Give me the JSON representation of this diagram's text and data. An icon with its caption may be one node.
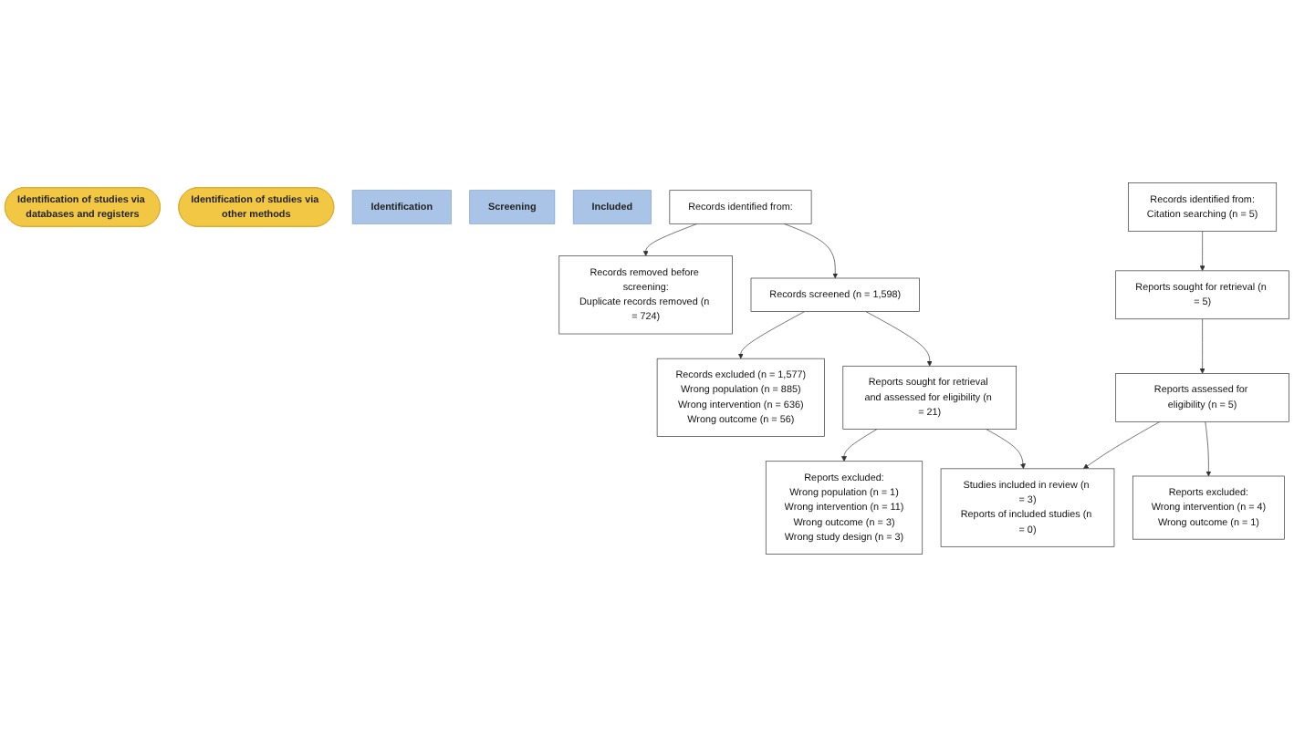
{
  "diagram": {
    "nodes": [
      {
        "text": [
          "Identification of studies via databases and registers"
        ]
      },
      {
        "text": [
          "Identification of studies via other methods"
        ]
      },
      {
        "text": [
          "Identification"
        ]
      },
      {
        "text": [
          "Screening"
        ]
      },
      {
        "text": [
          "Included"
        ]
      },
      {
        "text": [
          "Records identified from:"
        ]
      },
      {
        "text": [
          "Records removed before screening:",
          "Duplicate records removed (n = 724)"
        ]
      },
      {
        "text": [
          "Records identified from:",
          "Citation searching (n = 5)"
        ]
      },
      {
        "text": [
          "Records screened (n = 1,598)"
        ]
      },
      {
        "text": [
          "Records excluded (n = 1,577)",
          "Wrong population (n = 885)",
          "Wrong intervention (n = 636)",
          "Wrong outcome (n = 56)"
        ]
      },
      {
        "text": [
          "Reports sought for retrieval (n = 5)"
        ]
      },
      {
        "text": [
          "Reports sought for retrieval and assessed for eligibility (n = 21)"
        ]
      },
      {
        "text": [
          "Reports excluded:",
          "Wrong population (n = 1)",
          "Wrong intervention (n = 11)",
          "Wrong outcome (n = 3)",
          "Wrong study design (n = 3)"
        ]
      },
      {
        "text": [
          "Reports assessed for eligibility (n = 5)"
        ]
      },
      {
        "text": [
          "Reports excluded:",
          "Wrong intervention (n = 4)",
          "Wrong outcome (n = 1)"
        ]
      },
      {
        "text": [
          "Studies included in review (n = 3)",
          "Reports of included studies (n = 0)"
        ]
      }
    ],
    "edges": [
      {
        "from": 5,
        "to": 6,
        "arrow": "to"
      },
      {
        "from": 5,
        "to": 8,
        "arrow": "to"
      },
      {
        "from": 7,
        "to": 10,
        "arrow": "to"
      },
      {
        "from": 8,
        "to": 9,
        "arrow": "to"
      },
      {
        "from": 8,
        "to": 11,
        "arrow": "to"
      },
      {
        "from": 10,
        "to": 13,
        "arrow": "to"
      },
      {
        "from": 11,
        "to": 12,
        "arrow": "to"
      },
      {
        "from": 13,
        "to": 14,
        "arrow": "to"
      },
      {
        "from": 11,
        "to": 15,
        "arrow": "to"
      },
      {
        "from": 13,
        "to": 15,
        "arrow": "to"
      }
    ]
  }
}
